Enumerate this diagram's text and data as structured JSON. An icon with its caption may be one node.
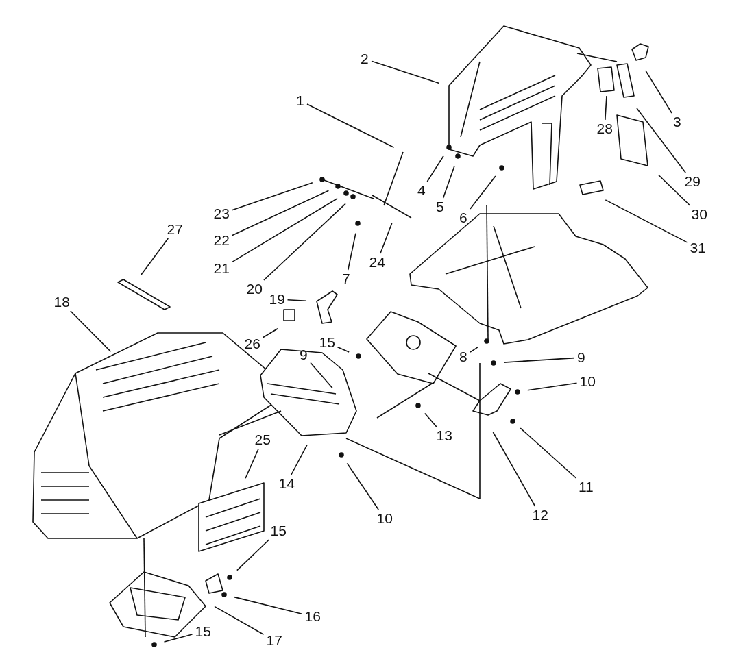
{
  "diagram": {
    "nodes": [
      {
        "text": [
          "2"
        ]
      },
      {
        "text": [
          "1"
        ]
      },
      {
        "text": [
          "3"
        ]
      },
      {
        "text": [
          "28"
        ]
      },
      {
        "text": [
          "4"
        ]
      },
      {
        "text": [
          "5"
        ]
      },
      {
        "text": [
          "6"
        ]
      },
      {
        "text": [
          "29"
        ]
      },
      {
        "text": [
          "23"
        ]
      },
      {
        "text": [
          "22"
        ]
      },
      {
        "text": [
          "30"
        ]
      },
      {
        "text": [
          "21"
        ]
      },
      {
        "text": [
          "20"
        ]
      },
      {
        "text": [
          "24"
        ]
      },
      {
        "text": [
          "7"
        ]
      },
      {
        "text": [
          "31"
        ]
      },
      {
        "text": [
          "27"
        ]
      },
      {
        "text": [
          "18"
        ]
      },
      {
        "text": [
          "19"
        ]
      },
      {
        "text": [
          "26"
        ]
      },
      {
        "text": [
          "9"
        ]
      },
      {
        "text": [
          "15"
        ]
      },
      {
        "text": [
          "8"
        ]
      },
      {
        "text": [
          "9"
        ]
      },
      {
        "text": [
          "10"
        ]
      },
      {
        "text": [
          "13"
        ]
      },
      {
        "text": [
          "14"
        ]
      },
      {
        "text": [
          "25"
        ]
      },
      {
        "text": [
          "10"
        ]
      },
      {
        "text": [
          "11"
        ]
      },
      {
        "text": [
          "12"
        ]
      },
      {
        "text": [
          "15"
        ]
      },
      {
        "text": [
          "16"
        ]
      },
      {
        "text": [
          "17"
        ]
      },
      {
        "text": [
          "15"
        ]
      }
    ],
    "edges": [
      {
        "from": 0,
        "to": null,
        "arrow": "none"
      },
      {
        "from": 1,
        "to": null,
        "arrow": "none"
      },
      {
        "from": 2,
        "to": null,
        "arrow": "none"
      },
      {
        "from": 3,
        "to": null,
        "arrow": "none"
      },
      {
        "from": 4,
        "to": null,
        "arrow": "none"
      },
      {
        "from": 5,
        "to": null,
        "arrow": "none"
      },
      {
        "from": 6,
        "to": null,
        "arrow": "none"
      },
      {
        "from": 7,
        "to": null,
        "arrow": "none"
      },
      {
        "from": 8,
        "to": null,
        "arrow": "none"
      },
      {
        "from": 9,
        "to": null,
        "arrow": "none"
      },
      {
        "from": 10,
        "to": null,
        "arrow": "none"
      },
      {
        "from": 11,
        "to": null,
        "arrow": "none"
      },
      {
        "from": 12,
        "to": null,
        "arrow": "none"
      },
      {
        "from": 13,
        "to": null,
        "arrow": "none"
      },
      {
        "from": 14,
        "to": null,
        "arrow": "none"
      },
      {
        "from": 15,
        "to": null,
        "arrow": "none"
      },
      {
        "from": 16,
        "to": null,
        "arrow": "none"
      },
      {
        "from": 17,
        "to": null,
        "arrow": "none"
      },
      {
        "from": 18,
        "to": null,
        "arrow": "none"
      },
      {
        "from": 19,
        "to": null,
        "arrow": "none"
      },
      {
        "from": 20,
        "to": null,
        "arrow": "none"
      },
      {
        "from": 21,
        "to": null,
        "arrow": "none"
      },
      {
        "from": 22,
        "to": null,
        "arrow": "none"
      },
      {
        "from": 23,
        "to": null,
        "arrow": "none"
      },
      {
        "from": 24,
        "to": null,
        "arrow": "none"
      },
      {
        "from": 25,
        "to": null,
        "arrow": "none"
      },
      {
        "from": 26,
        "to": null,
        "arrow": "none"
      },
      {
        "from": 27,
        "to": null,
        "arrow": "none"
      },
      {
        "from": 28,
        "to": null,
        "arrow": "none"
      },
      {
        "from": 29,
        "to": null,
        "arrow": "none"
      },
      {
        "from": 30,
        "to": null,
        "arrow": "none"
      },
      {
        "from": 31,
        "to": null,
        "arrow": "none"
      },
      {
        "from": 32,
        "to": null,
        "arrow": "none"
      },
      {
        "from": 33,
        "to": null,
        "arrow": "none"
      },
      {
        "from": 34,
        "to": null,
        "arrow": "none"
      }
    ]
  }
}
